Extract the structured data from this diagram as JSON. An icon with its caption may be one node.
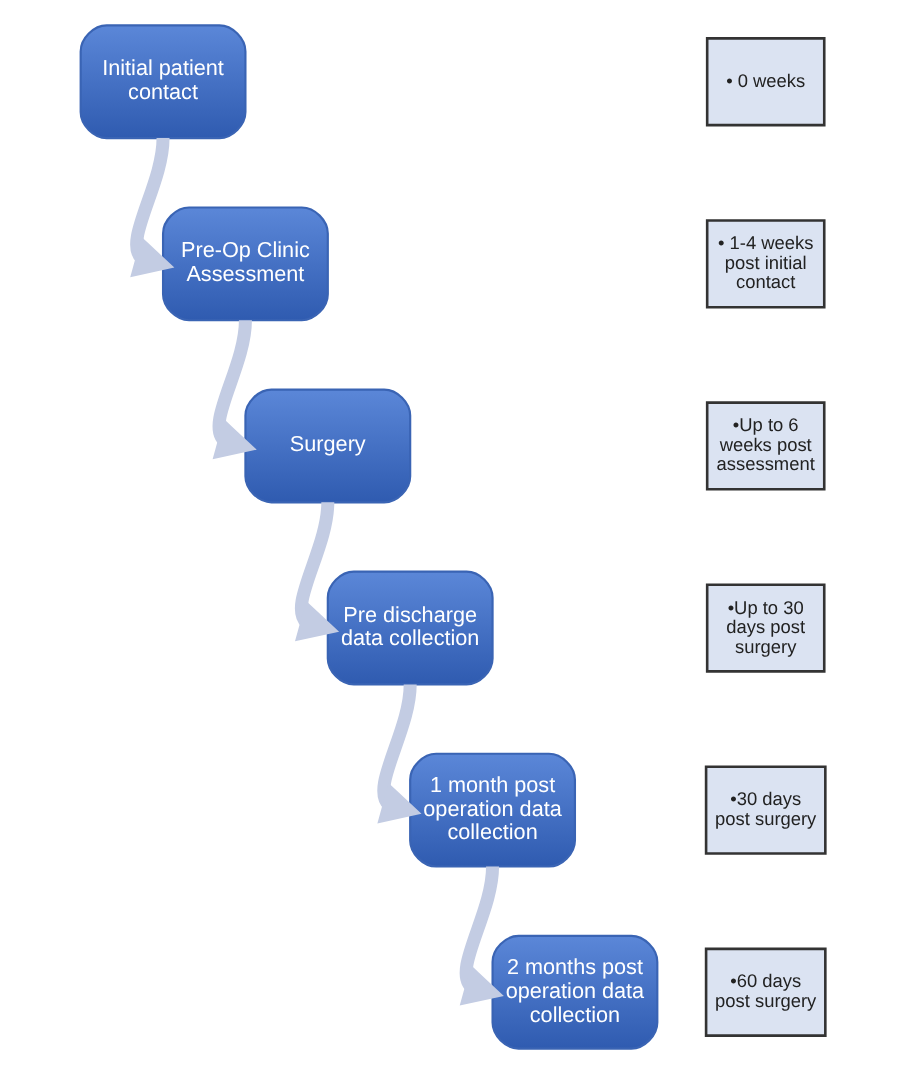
{
  "diagram": {
    "nodes": [
      {
        "text": [
          "Initial patient contact"
        ]
      },
      {
        "text": [
          "Pre-Op Clinic Assessment"
        ]
      },
      {
        "text": [
          "Surgery"
        ]
      },
      {
        "text": [
          "Pre discharge data collection"
        ]
      },
      {
        "text": [
          "1 month post operation data collection"
        ]
      },
      {
        "text": [
          "2 months post operation data collection"
        ]
      },
      {
        "text": [
          "• 0 weeks"
        ]
      },
      {
        "text": [
          "• 1-4 weeks post initial contact"
        ]
      },
      {
        "text": [
          "•Up to 6 weeks post assessment"
        ]
      },
      {
        "text": [
          "•Up to 30 days post surgery"
        ]
      },
      {
        "text": [
          "•30 days post surgery"
        ]
      },
      {
        "text": [
          "•60 days post surgery"
        ]
      }
    ],
    "edges": [
      {
        "from": 0,
        "to": 1,
        "arrow": "to"
      },
      {
        "from": 1,
        "to": 2,
        "arrow": "to"
      },
      {
        "from": 2,
        "to": 3,
        "arrow": "to"
      },
      {
        "from": 3,
        "to": 4,
        "arrow": "to"
      },
      {
        "from": 4,
        "to": 5,
        "arrow": "to"
      }
    ]
  }
}
